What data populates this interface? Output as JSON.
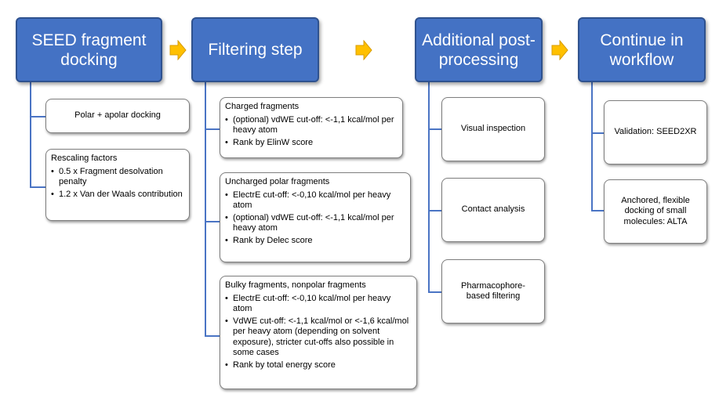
{
  "headers": {
    "seed": "SEED fragment docking",
    "filtering": "Filtering step",
    "post": "Additional post-processing",
    "continue": "Continue in workflow"
  },
  "seed_boxes": {
    "polar": "Polar + apolar docking",
    "rescaling_title": "Rescaling factors",
    "rescaling_items": [
      "0.5 x Fragment desolvation penalty",
      "1.2 x Van der Waals contribution"
    ]
  },
  "filter_boxes": [
    {
      "title": "Charged fragments",
      "items": [
        "(optional) vdWE cut-off: <-1,1 kcal/mol per heavy atom",
        "Rank by ElinW score"
      ]
    },
    {
      "title": "Uncharged polar fragments",
      "items": [
        "ElectrE cut-off: <-0,10 kcal/mol per heavy atom",
        "(optional) vdWE cut-off: <-1,1 kcal/mol per heavy atom",
        "Rank by Delec score"
      ]
    },
    {
      "title": "Bulky fragments, nonpolar fragments",
      "items": [
        "ElectrE cut-off: <-0,10 kcal/mol per heavy atom",
        "VdWE cut-off: <-1,1 kcal/mol or <-1,6 kcal/mol  per heavy atom (depending on solvent exposure), stricter cut-offs also possible in some cases",
        "Rank by total energy score"
      ]
    }
  ],
  "post_boxes": [
    "Visual inspection",
    "Contact analysis",
    "Pharmacophore-based filtering"
  ],
  "continue_boxes": [
    "Validation: SEED2XR",
    "Anchored, flexible docking of small molecules: ALTA"
  ],
  "colors": {
    "header_fill": "#4472c4",
    "header_border": "#2f528f",
    "connector": "#4a74c4",
    "arrow_fill": "#ffc000",
    "arrow_stroke": "#d89c00"
  }
}
